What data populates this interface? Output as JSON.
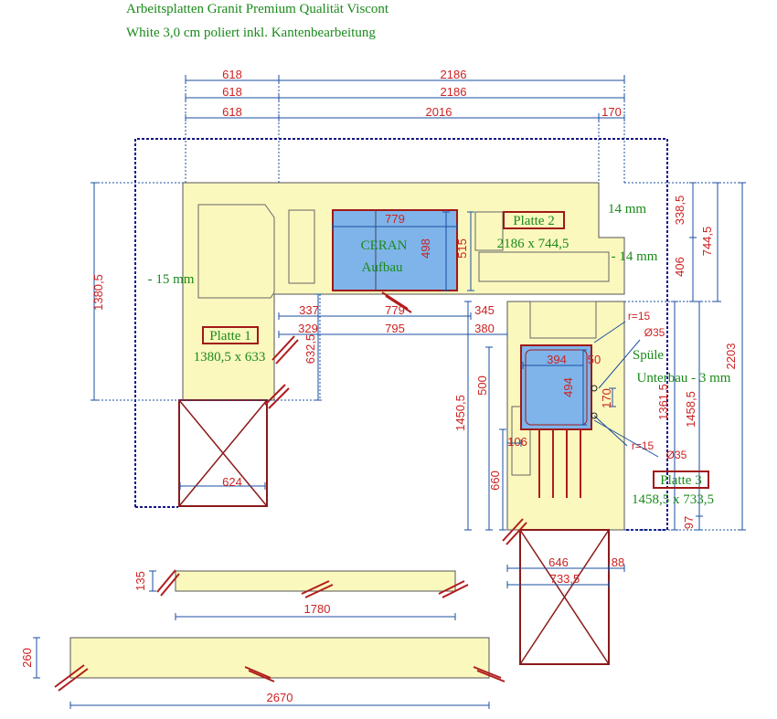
{
  "header": {
    "line1": "Arbeitsplatten Granit Premium Qualität Viscont",
    "line2": "White 3,0 cm poliert inkl. Kantenbearbeitung"
  },
  "colors": {
    "slab": "#fbf8be",
    "dim_blue": "#1a4fa0",
    "dim_text": "#cc2222",
    "label_green": "#1a8a1a",
    "outline_navy": "#14148a",
    "cutout_fill": "#7fb4ea",
    "cutout_border": "#a01818",
    "edge_mark": "#b01c1c"
  },
  "dimensions": {
    "top_618_a": "618",
    "top_2186_a": "2186",
    "top_618_b": "618",
    "top_2186_b": "2186",
    "top_618_c": "618",
    "top_2016": "2016",
    "top_170": "170",
    "left_1380_5": "1380,5",
    "right_338_5": "338,5",
    "right_406": "406",
    "right_744_5": "744,5",
    "right_2203": "2203",
    "right_1361_5": "1361,5",
    "right_1458_5": "1458,5",
    "right_97": "97",
    "ceran_w": "779",
    "ceran_h": "498",
    "ceran_515": "515",
    "row1_337": "337",
    "row1_779": "779",
    "row1_345": "345",
    "row2_329": "329",
    "row2_795": "795",
    "row2_380": "380",
    "v_632_5": "632,5",
    "v_1450_5": "1450,5",
    "v_500": "500",
    "v_660": "660",
    "v_106": "106",
    "sink_w": "394",
    "sink_h": "494",
    "sink_50": "50",
    "sink_170": "170",
    "cab1_w": "624",
    "bot_646": "646",
    "bot_88": "88",
    "bot_733_5": "733,5",
    "strip1_h": "135",
    "strip1_w": "1780",
    "strip2_h": "260",
    "strip2_w": "2670",
    "r15_a": "r=15",
    "r15_b": "r=15",
    "dia35_a": "Ø35",
    "dia35_b": "Ø35"
  },
  "labels": {
    "minus15_left": "- 15 mm",
    "mm14_a": "14 mm",
    "mm14_b": "- 14 mm",
    "ceran_1": "CERAN",
    "ceran_2": "Aufbau",
    "spuele": "Spüle",
    "unterbau": "Unterbau - 3 mm",
    "platte1": "Platte 1",
    "platte1_size": "1380,5 x 633",
    "platte2": "Platte 2",
    "platte2_size": "2186 x 744,5",
    "platte3": "Platte 3",
    "platte3_size": "1458,5 x 733,5"
  }
}
